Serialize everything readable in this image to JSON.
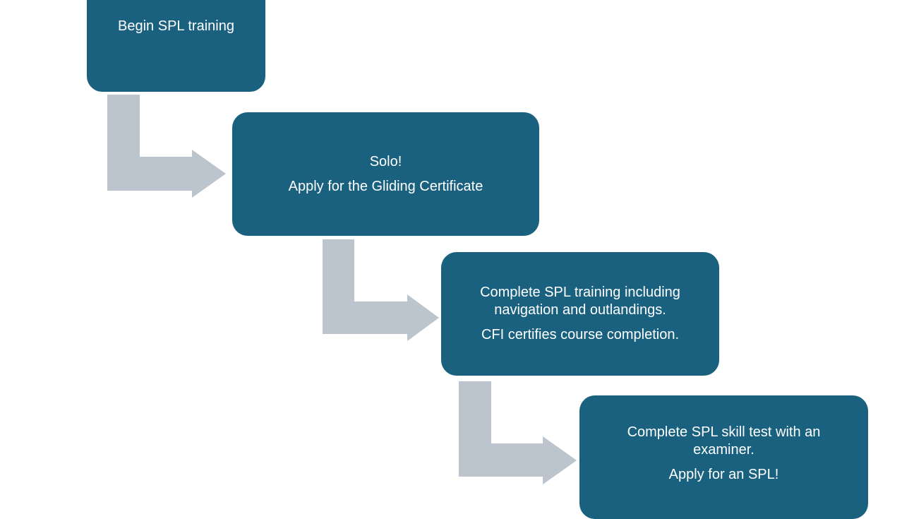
{
  "diagram": {
    "type": "process-flow",
    "colors": {
      "step_fill": "#1a6180",
      "step_text": "#ffffff",
      "arrow_fill": "#bcc4cd",
      "background": "#ffffff"
    },
    "steps": [
      {
        "lines": [
          "Begin SPL training"
        ]
      },
      {
        "lines": [
          "Solo!",
          "Apply for the Gliding Certificate"
        ]
      },
      {
        "lines": [
          "Complete SPL training including navigation and outlandings.",
          "CFI certifies course completion."
        ]
      },
      {
        "lines": [
          "Complete SPL skill test with an examiner.",
          "Apply for an SPL!"
        ]
      }
    ],
    "connectors": [
      {
        "from": 1,
        "to": 2,
        "icon": "bent-arrow-right-icon"
      },
      {
        "from": 2,
        "to": 3,
        "icon": "bent-arrow-right-icon"
      },
      {
        "from": 3,
        "to": 4,
        "icon": "bent-arrow-right-icon"
      }
    ]
  }
}
